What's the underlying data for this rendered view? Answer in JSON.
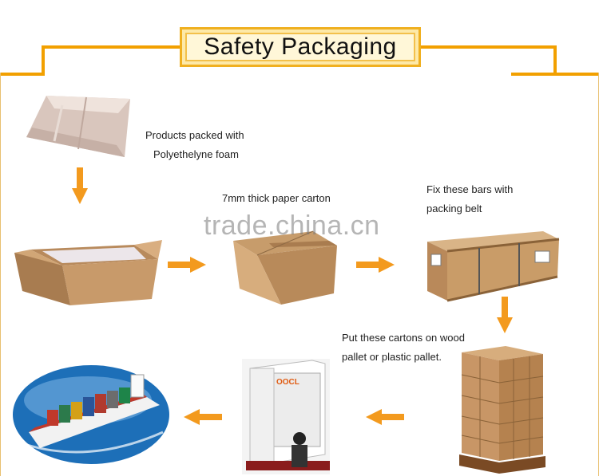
{
  "title": "Safety Packaging",
  "steps": {
    "foam": {
      "line1": "Products packed with",
      "line2": "Polyethelyne foam"
    },
    "carton": {
      "text": "7mm thick paper carton"
    },
    "bars": {
      "line1": "Fix these bars with",
      "line2": "packing belt"
    },
    "pallet": {
      "line1": "Put these cartons on wood",
      "line2": "pallet or plastic pallet."
    }
  },
  "watermark": "trade.china.cn",
  "container_logo": "OOCL",
  "colors": {
    "accent": "#f2a000",
    "arrow": "#f39a1e",
    "title_bg": "#fff7d8"
  }
}
